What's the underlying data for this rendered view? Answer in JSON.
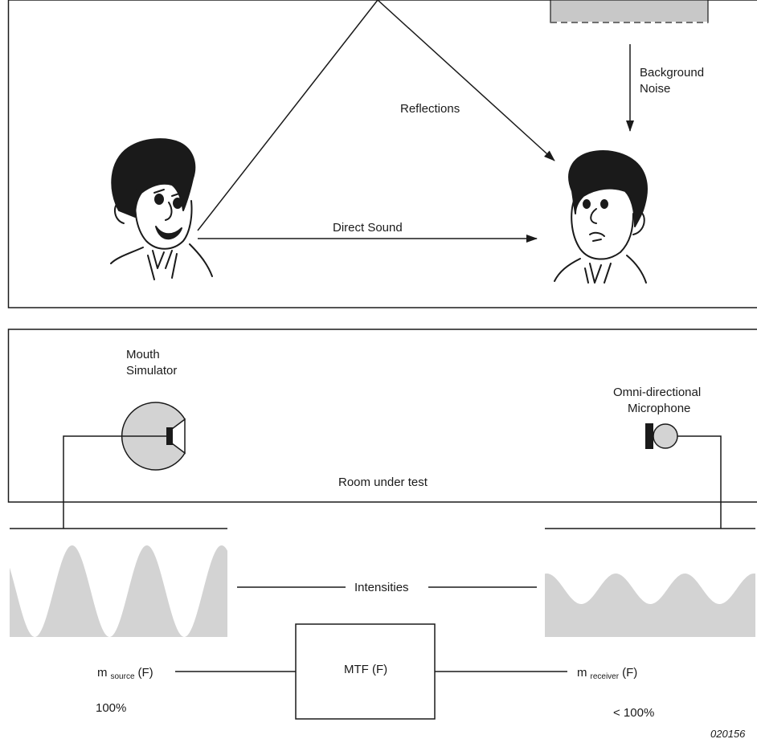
{
  "top_panel": {
    "reflections": "Reflections",
    "background_noise": [
      "Background",
      "Noise"
    ],
    "direct_sound": "Direct Sound"
  },
  "bottom_panel": {
    "mouth_simulator": [
      "Mouth",
      "Simulator"
    ],
    "microphone": [
      "Omni-directional",
      "Microphone"
    ],
    "room_label": "Room under test"
  },
  "signals": {
    "intensities": "Intensities",
    "mtf_label": "MTF (F)",
    "m_source": {
      "m": "m",
      "sub": "source",
      "suffix": "(F)"
    },
    "m_receiver": {
      "m": "m",
      "sub": "receiver",
      "suffix": "(F)"
    },
    "source_percent": "100%",
    "receiver_percent": "< 100%"
  },
  "figure_id": "020156",
  "colors": {
    "line": "#1a1a1a",
    "fill_gray": "#d3d3d3",
    "panel_gray": "#c8c8c8"
  }
}
